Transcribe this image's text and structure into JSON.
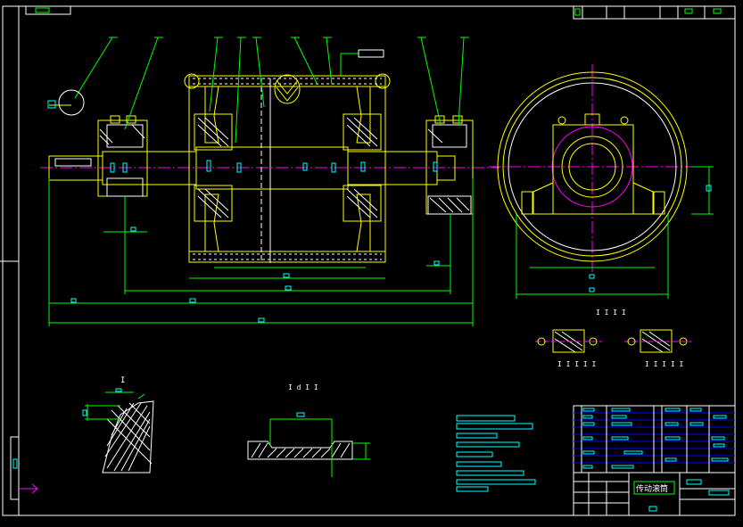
{
  "drawing": {
    "title_block_name": "传动滚筒",
    "detail_label": "I",
    "section_labels": [
      "I I I I",
      "I I I I I",
      "I I I I I"
    ],
    "view_label_small": "I d I I"
  },
  "colors": {
    "background": "#000000",
    "frame": "#ffffff",
    "object_line": "#ffff00",
    "dimension_line": "#00ff00",
    "center_line": "#ff00ff",
    "hatch": "#ffffff",
    "text_block": "#00ffff",
    "title_block_grid": "#0000ff"
  }
}
